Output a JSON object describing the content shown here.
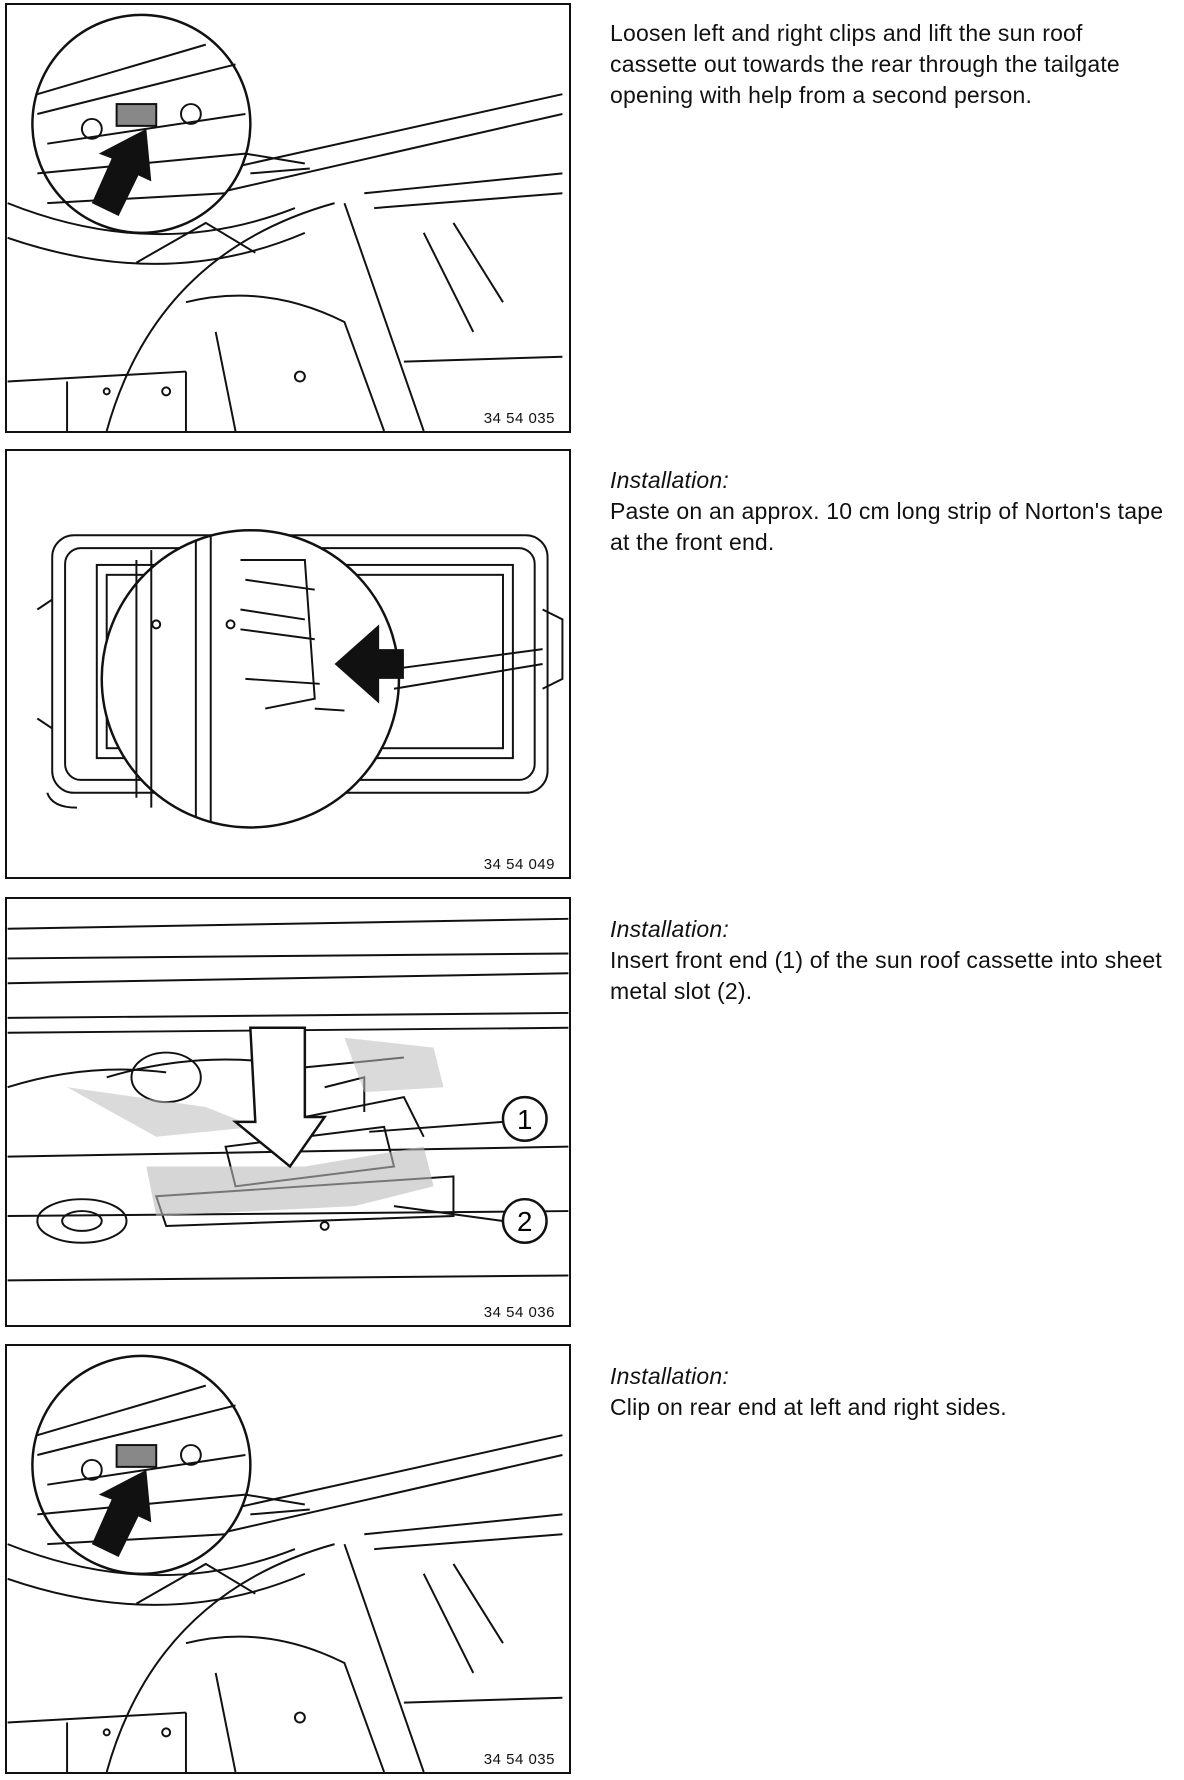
{
  "steps": [
    {
      "figure_number": "34 54 035",
      "heading": "",
      "text": "Loosen left and right clips and lift the sun roof cassette out towards the rear through the tailgate opening with help from a second person."
    },
    {
      "figure_number": "34 54 049",
      "heading": "Installation:",
      "text": "Paste on an approx. 10 cm long strip of Norton's tape at the front end."
    },
    {
      "figure_number": "34 54 036",
      "heading": "Installation:",
      "text": "Insert front end (1) of the sun roof cassette into sheet metal slot (2).",
      "callouts": [
        "1",
        "2"
      ]
    },
    {
      "figure_number": "34 54 035",
      "heading": "Installation:",
      "text": "Clip on rear end at left and right sides."
    }
  ]
}
